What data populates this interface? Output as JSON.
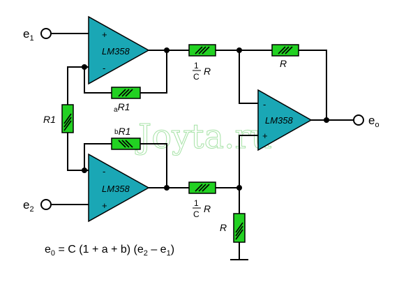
{
  "colors": {
    "opamp": "#1aa7b5",
    "resistor": "#22d122",
    "wire": "#000000",
    "watermark": "#7fd67f"
  },
  "opamps": {
    "top": {
      "part": "LM358",
      "plus": "+",
      "minus": "-"
    },
    "bottom": {
      "part": "LM358",
      "plus": "+",
      "minus": "-"
    },
    "output": {
      "part": "LM358",
      "plus": "+",
      "minus": "-"
    }
  },
  "inputs": {
    "e1": {
      "base": "e",
      "sub": "1"
    },
    "e2": {
      "base": "e",
      "sub": "2"
    }
  },
  "output": {
    "base": "e",
    "sub": "o"
  },
  "resistors": {
    "r1": {
      "label": "R1"
    },
    "a_r1": {
      "prefix": "a",
      "label": "R1"
    },
    "b_r1": {
      "prefix": "b",
      "label": "R1"
    },
    "top_in": {
      "num": "1",
      "den": "C",
      "label": "R"
    },
    "bottom_in": {
      "num": "1",
      "den": "C",
      "label": "R"
    },
    "feedback": {
      "label": "R"
    },
    "ground": {
      "label": "R"
    }
  },
  "watermark": "Joyta.ru",
  "formula": {
    "e0": "e",
    "e0_sub": "0",
    "eq": " = C (1 + a + b) (e",
    "e2_sub": "2",
    "minus": " – e",
    "e1_sub": "1",
    "close": ")"
  }
}
